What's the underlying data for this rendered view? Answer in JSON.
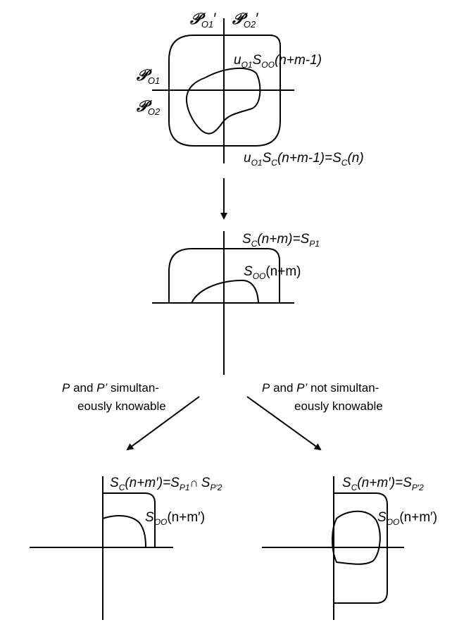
{
  "panel1": {
    "p_o1_prime": {
      "sym": "𝒫",
      "sub": "O1",
      "suffix": "′"
    },
    "p_o2_prime": {
      "sym": "𝒫",
      "sub": "O2",
      "suffix": "′"
    },
    "p_o1": {
      "sym": "𝒫",
      "sub": "O1"
    },
    "p_o2": {
      "sym": "𝒫",
      "sub": "O2"
    },
    "label_top": {
      "u": "u",
      "u_sub": "O1",
      "s": "S",
      "s_sub": "OO",
      "arg": "(n+m-1)"
    },
    "label_bottom": {
      "u": "u",
      "u_sub": "O1",
      "s": "S",
      "s_sub": "C",
      "arg": "(n+m-1)=",
      "s2": "S",
      "s2_sub": "C",
      "arg2": "(n)"
    }
  },
  "panel2": {
    "label_top": {
      "s": "S",
      "s_sub": "C",
      "arg": "(n+m)=",
      "s2": "S",
      "s2_sub": "P1"
    },
    "label_inner": {
      "s": "S",
      "s_sub": "OO",
      "arg": "(n+m)"
    }
  },
  "branches": {
    "left_line1": {
      "p": "P",
      "mid": " and ",
      "p2": "P’",
      "rest": " simultan-"
    },
    "left_line2": "eously knowable",
    "right_line1": {
      "p": "P",
      "mid": " and ",
      "p2": "P’",
      "rest": " not simultan-"
    },
    "right_line2": "eously knowable"
  },
  "panel3": {
    "label_top": {
      "s": "S",
      "s_sub": "C",
      "arg": "(n+m′)=",
      "s2": "S",
      "s2_sub": "P1",
      "cap": "∩",
      "s3": "S",
      "s3_sub": "P′2"
    },
    "label_inner": {
      "s": "S",
      "s_sub": "OO",
      "arg": "(n+m′)"
    }
  },
  "panel4": {
    "label_top": {
      "s": "S",
      "s_sub": "C",
      "arg": "(n+m′)=",
      "s2": "S",
      "s2_sub": "P′2"
    },
    "label_inner": {
      "s": "S",
      "s_sub": "OO",
      "arg": "(n+m′)"
    }
  }
}
